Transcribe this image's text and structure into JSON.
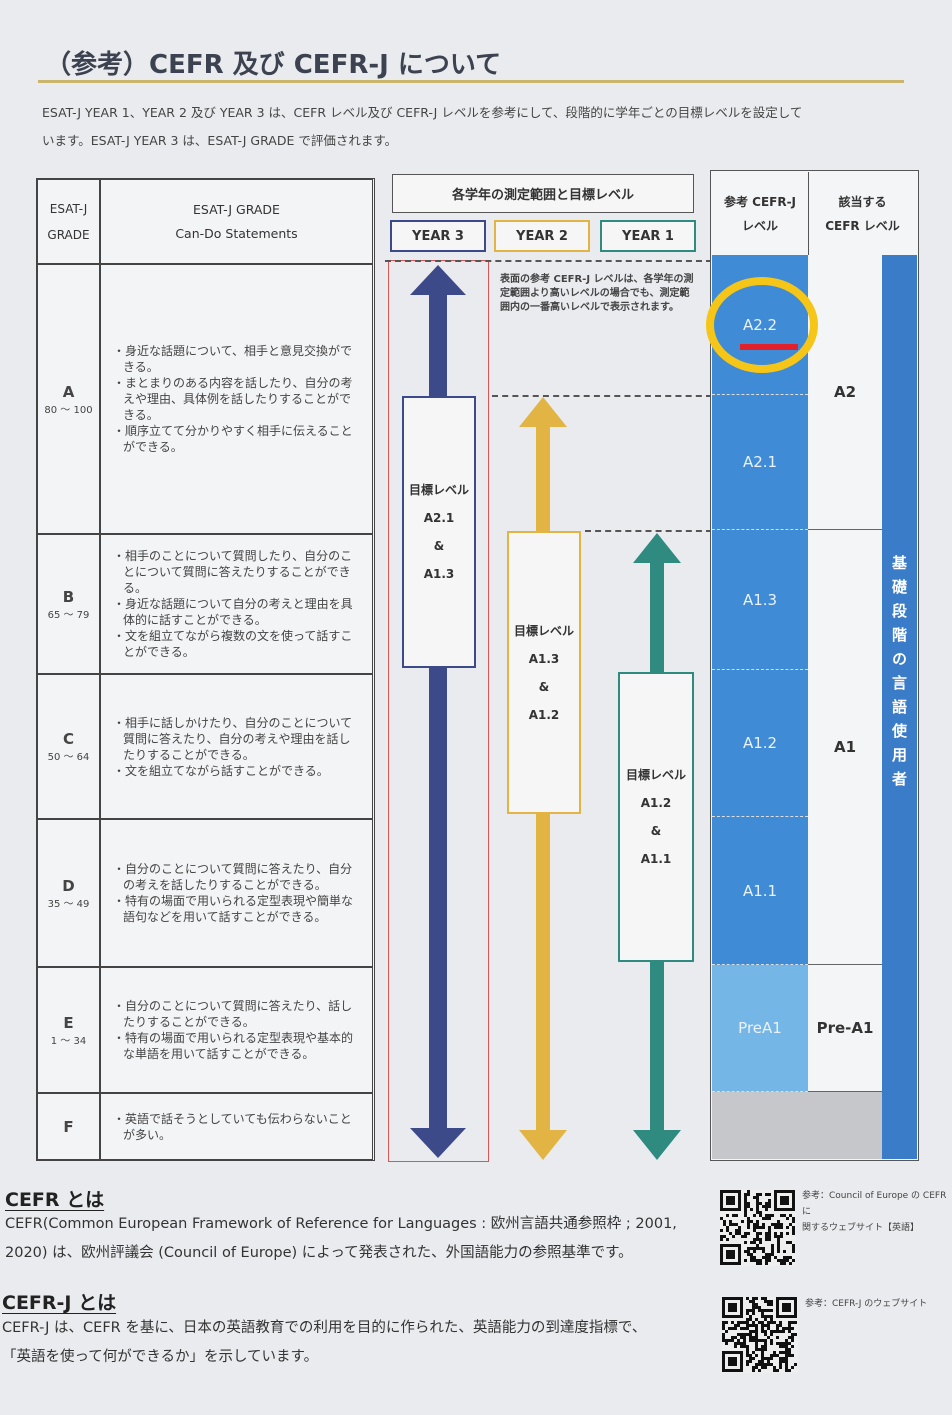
{
  "title": "（参考）CEFR 及び CEFR-J について",
  "intro": [
    "ESAT-J YEAR 1、YEAR 2 及び YEAR 3 は、CEFR レベル及び CEFR-J レベルを参考にして、段階的に学年ごとの目標レベルを設定して",
    "います。ESAT-J YEAR 3 は、ESAT-J GRADE で評価されます。"
  ],
  "left_table": {
    "header": {
      "grade": "ESAT-J GRADE",
      "statements_1": "ESAT-J GRADE",
      "statements_2": "Can-Do Statements"
    },
    "rows": [
      {
        "grade": "A",
        "range": "80 ～ 100",
        "items": [
          "身近な話題について、相手と意見交換ができる。",
          "まとまりのある内容を話したり、自分の考えや理由、具体例を話したりすることができる。",
          "順序立てて分かりやすく相手に伝えることができる。"
        ]
      },
      {
        "grade": "B",
        "range": "65 ～ 79",
        "items": [
          "相手のことについて質問したり、自分のことについて質問に答えたりすることができる。",
          "身近な話題について自分の考えと理由を具体的に話すことができる。",
          "文を組立てながら複数の文を使って話すことができる。"
        ]
      },
      {
        "grade": "C",
        "range": "50 ～ 64",
        "items": [
          "相手に話しかけたり、自分のことについて質問に答えたり、自分の考えや理由を話したりすることができる。",
          "文を組立てながら話すことができる。"
        ]
      },
      {
        "grade": "D",
        "range": "35 ～ 49",
        "items": [
          "自分のことについて質問に答えたり、自分の考えを話したりすることができる。",
          "特有の場面で用いられる定型表現や簡単な語句などを用いて話すことができる。"
        ]
      },
      {
        "grade": "E",
        "range": "1 ～ 34",
        "items": [
          "自分のことについて質問に答えたり、話したりすることができる。",
          "特有の場面で用いられる定型表現や基本的な単語を用いて話すことができる。"
        ]
      },
      {
        "grade": "F",
        "range": "",
        "items": [
          "英語で話そうとしていても伝わらないことが多い。"
        ]
      }
    ]
  },
  "middle": {
    "header": "各学年の測定範囲と目標レベル",
    "years": [
      {
        "label": "YEAR 3",
        "color": "#3d4a8a",
        "target_label": "目標レベル",
        "levels": [
          "A2.1",
          "&",
          "A1.3"
        ]
      },
      {
        "label": "YEAR 2",
        "color": "#e2b444",
        "target_label": "目標レベル",
        "levels": [
          "A1.3",
          "&",
          "A1.2"
        ]
      },
      {
        "label": "YEAR 1",
        "color": "#2f8a80",
        "target_label": "目標レベル",
        "levels": [
          "A1.2",
          "&",
          "A1.1"
        ]
      }
    ],
    "note": "表面の参考 CEFR-J レベルは、各学年の測定範囲より高いレベルの場合でも、測定範囲内の一番高いレベルで表示されます。"
  },
  "right_table": {
    "header_cefrj": [
      "参考 CEFR-J",
      "レベル"
    ],
    "header_cefr": [
      "該当する",
      "CEFR レベル"
    ],
    "cefrj_levels": [
      "A2.2",
      "A2.1",
      "A1.3",
      "A1.2",
      "A1.1",
      "PreA1"
    ],
    "cefr_levels": [
      "A2",
      "A1",
      "Pre-A1"
    ],
    "side_label": "基礎段階の言語使用者",
    "colors": {
      "blue": "#3f8bd6",
      "light_blue": "#74b6e6",
      "side_bar": "#3a7cc8",
      "gray": "#c6c7ca"
    }
  },
  "annotation": {
    "circle_color": "#f5c518",
    "mark_color": "#e0202a",
    "circled_level": "A2.2"
  },
  "bottom": {
    "cefr_heading": "CEFR とは",
    "cefr_text": [
      "CEFR(Common European Framework of Reference for Languages : 欧州言語共通参照枠 ; 2001,",
      "2020) は、欧州評議会 (Council of Europe) によって発表された、外国語能力の参照基準です。"
    ],
    "cefrj_heading": "CEFR-J とは",
    "cefrj_text": [
      "CEFR-J は、CEFR を基に、日本の英語教育での利用を目的に作られた、英語能力の到達度指標で、",
      "「英語を使って何ができるか」を示しています。"
    ],
    "qr1_caption": [
      "参考：Council of Europe の CEFR に",
      "関するウェブサイト【英語】"
    ],
    "qr2_caption": [
      "参考：CEFR-J のウェブサイト"
    ]
  }
}
